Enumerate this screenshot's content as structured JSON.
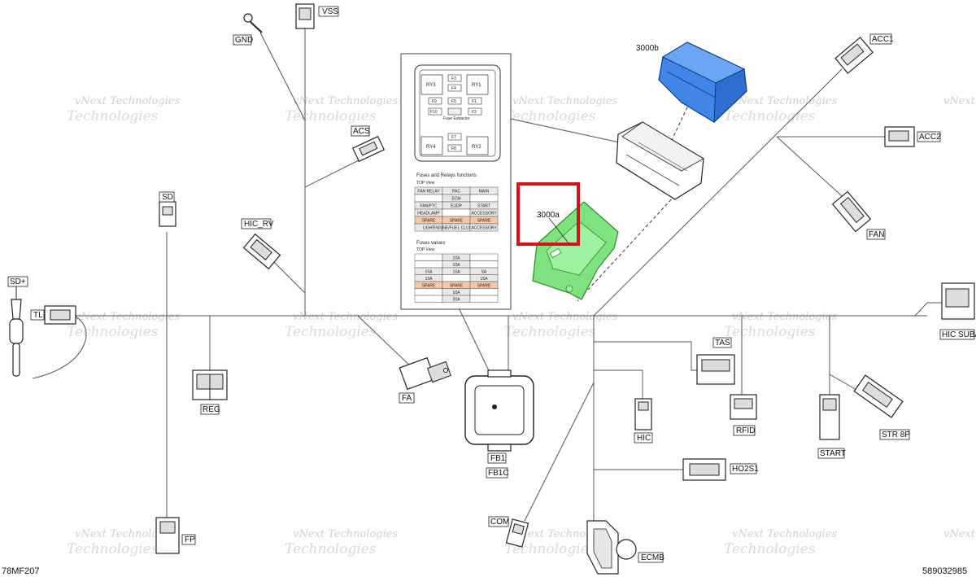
{
  "diagram": {
    "corner_left": "78MF207",
    "corner_right": "589032985",
    "watermark_line1": "vNext Technologies",
    "watermark_line2": "Technologies",
    "labels": {
      "gnd": "GND",
      "vss": "VSS",
      "acs": "ACS",
      "sd": "SD",
      "hic_rv": "HIC_RV",
      "sd_plus": "SD+",
      "tl": "TL",
      "reg": "REG",
      "fa": "FA",
      "fp": "FP",
      "fb1": "FB1",
      "fb1c": "FB1C",
      "com": "COM",
      "ecmb": "ECMB",
      "hic": "HIC",
      "ho2s1": "HO2S1",
      "rfid": "RFID",
      "tas": "TAS",
      "start": "START",
      "str_8p": "STR 8P",
      "hic_suba": "HIC SUBA",
      "acc1": "ACC1",
      "acc2": "ACC2",
      "fan": "FAN",
      "part_3000a": "3000a",
      "part_3000b": "3000b"
    },
    "fusebox": {
      "relays": [
        "RY3",
        "RY1",
        "RY4",
        "RY2"
      ],
      "fuses": [
        "F3",
        "F4",
        "F9",
        "F5",
        "F1",
        "F10",
        "F2",
        "F7",
        "F8"
      ],
      "fuse_extractor": "Fuse Extractor",
      "functions_title": "Fuses and Relays functions",
      "top_view": "TOP View",
      "functions_rows": [
        [
          "FAN RELAY",
          "PAC",
          "MAIN"
        ],
        [
          "",
          "ECM",
          ""
        ],
        [
          "FAN/PTC",
          "EUDP",
          "START"
        ],
        [
          "HEADLAMP",
          "",
          "ACCESSORY"
        ],
        [
          "SPARE",
          "SPARE",
          "SPARE"
        ],
        [
          "LIGHT",
          "ENGINE/FUEL CLUSTER",
          "ACCESSORY"
        ]
      ],
      "values_title": "Fuses values",
      "values_rows": [
        [
          "",
          "10A",
          ""
        ],
        [
          "",
          "10A",
          ""
        ],
        [
          "15A",
          "15A",
          "5A"
        ],
        [
          "15A",
          "",
          "15A"
        ],
        [
          "SPARE",
          "SPARE",
          "SPARE"
        ],
        [
          "",
          "10A",
          ""
        ],
        [
          "",
          "20A",
          ""
        ]
      ]
    },
    "colors": {
      "highlight_box": "#d4141b",
      "part_3000a": "#7ee27e",
      "part_3000b": "#3f86e6",
      "spare_fill": "#f5c9a6"
    }
  }
}
